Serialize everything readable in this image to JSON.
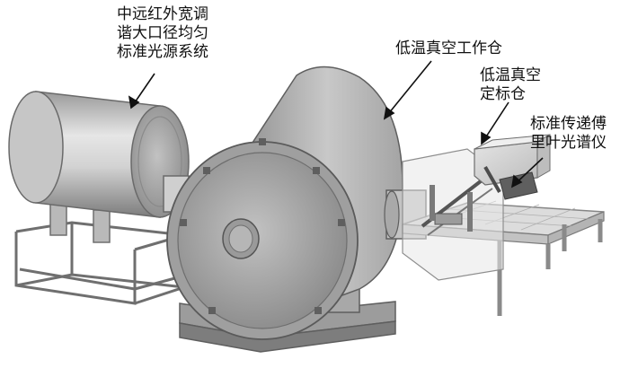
{
  "labels": {
    "source": [
      "中远红外宽调",
      "谐大口径均匀",
      "标准光源系统"
    ],
    "chamber": [
      "低温真空工作仓"
    ],
    "calib": [
      "低温真空",
      "定标仓"
    ],
    "ftir": [
      "标准传递傅",
      "里叶光谱仪"
    ]
  }
}
